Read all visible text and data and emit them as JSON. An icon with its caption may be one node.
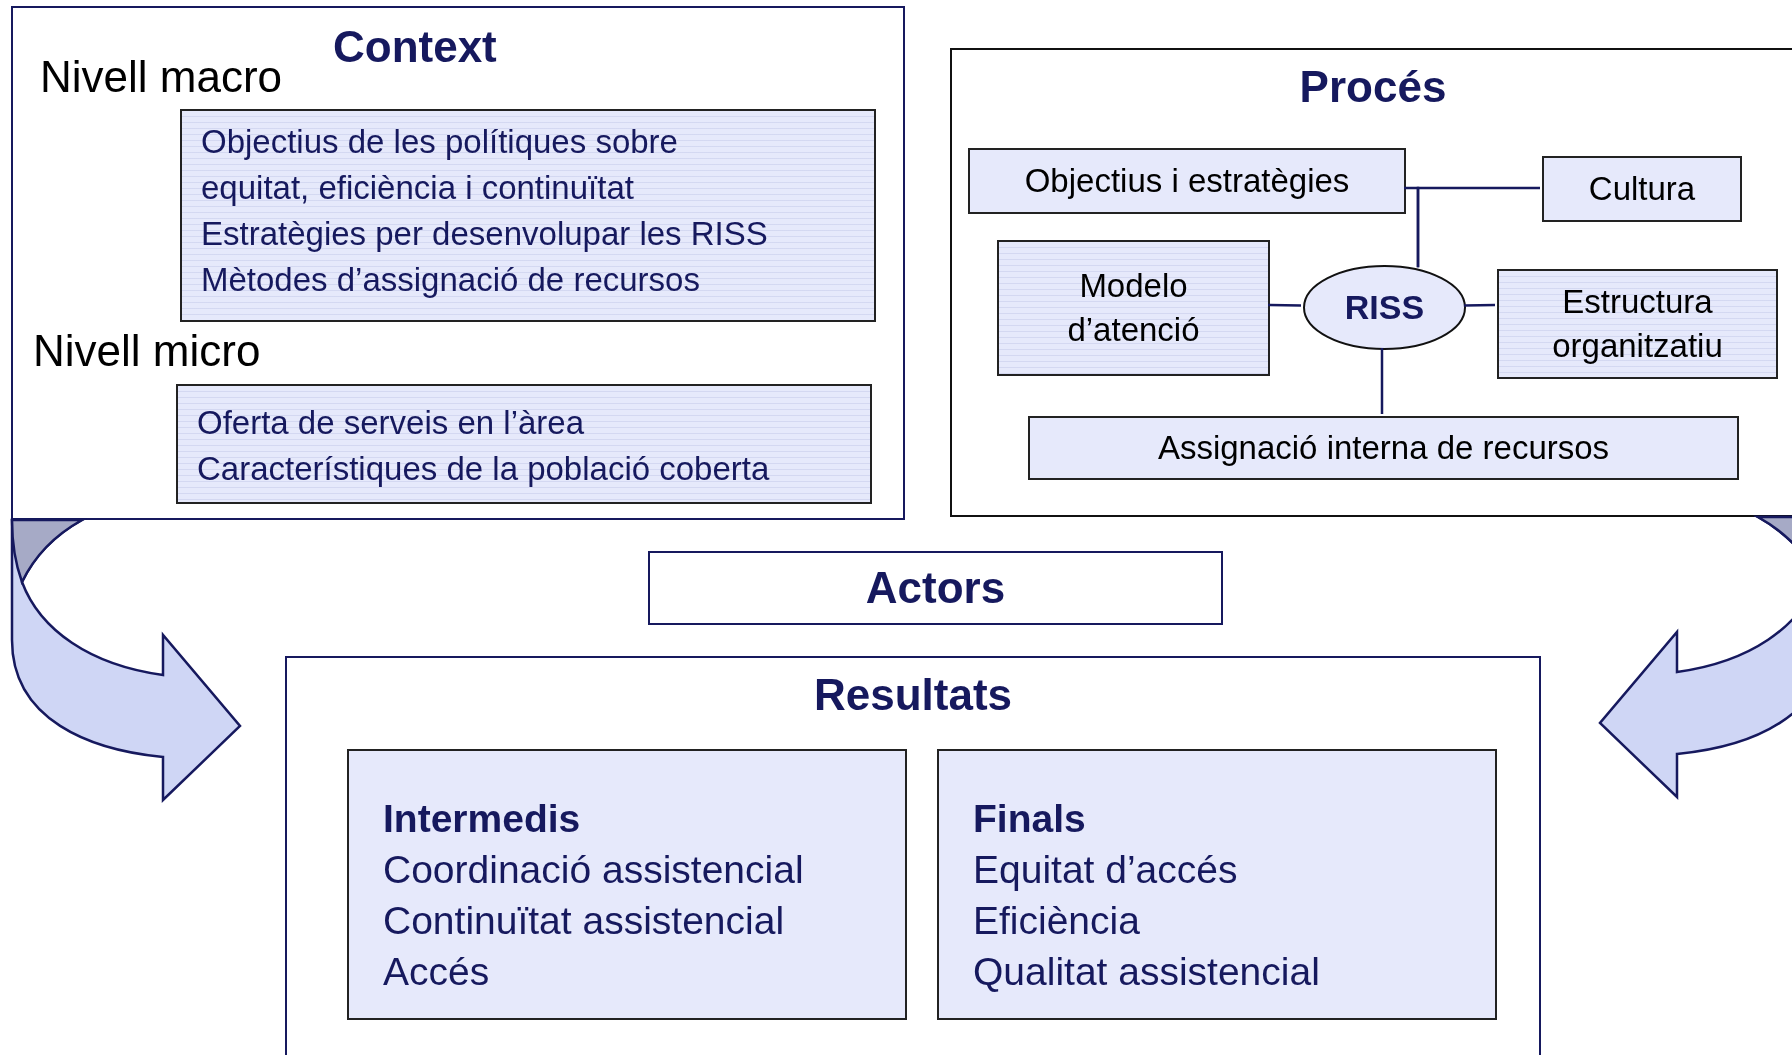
{
  "diagram": {
    "nodes": [
      {
        "text": [
          "Context",
          "Nivell macro",
          "Nivell micro"
        ]
      },
      {
        "text": [
          "Objectius de les polítiques sobre equitat, eficiència i continuïtat",
          "Estratègies per desenvolupar les RISS",
          "Mètodes d’assignació de recursos"
        ],
        "in": 0
      },
      {
        "text": [
          "Oferta de serveis en l’àrea",
          "Característiques de la població coberta"
        ],
        "in": 0
      },
      {
        "text": [
          "Procés"
        ]
      },
      {
        "text": [
          "Objectius i estratègies"
        ],
        "in": 3
      },
      {
        "text": [
          "Cultura"
        ],
        "in": 3
      },
      {
        "text": [
          "Modelo d’atenció"
        ],
        "in": 3
      },
      {
        "text": [
          "RISS"
        ],
        "in": 3
      },
      {
        "text": [
          "Estructura organitzatiu"
        ],
        "in": 3
      },
      {
        "text": [
          "Assignació interna de recursos"
        ],
        "in": 3
      },
      {
        "text": [
          "Actors"
        ]
      },
      {
        "text": [
          "Resultats"
        ]
      },
      {
        "text": [
          "Intermedis",
          "Coordinació assistencial",
          "Continuïtat assistencial",
          "Accés"
        ],
        "in": 11
      },
      {
        "text": [
          "Finals",
          "Equitat d’accés",
          "Eficiència",
          "Qualitat assistencial"
        ],
        "in": 11
      }
    ],
    "edges": [
      {
        "from": 7,
        "to": 4,
        "arrow": "none"
      },
      {
        "from": 7,
        "to": 5,
        "arrow": "none"
      },
      {
        "from": 6,
        "to": 7,
        "arrow": "none"
      },
      {
        "from": 7,
        "to": 8,
        "arrow": "none"
      },
      {
        "from": 7,
        "to": 9,
        "arrow": "none"
      },
      {
        "from": 0,
        "to": 11,
        "arrow": "to"
      },
      {
        "from": 3,
        "to": 11,
        "arrow": "to"
      }
    ]
  }
}
